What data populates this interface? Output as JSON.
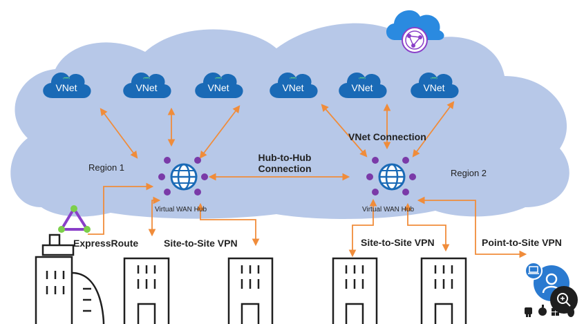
{
  "colors": {
    "cloud_fill": "#b7c8e8",
    "vnet_cloud": "#1a6ab6",
    "arrow": "#f08c3a",
    "hub_node": "#7a3aa8",
    "globe": "#1a6ab6",
    "expressroute": "#8a3fc8",
    "azure_cloud": "#2a8ae0"
  },
  "vnets": [
    {
      "label": "VNet"
    },
    {
      "label": "VNet"
    },
    {
      "label": "VNet"
    },
    {
      "label": "VNet"
    },
    {
      "label": "VNet"
    },
    {
      "label": "VNet"
    }
  ],
  "regions": {
    "region1": "Region 1",
    "region2": "Region 2"
  },
  "hubs": {
    "hub1": "Virtual WAN Hub",
    "hub2": "Virtual WAN Hub"
  },
  "connections": {
    "hub_to_hub_line1": "Hub-to-Hub",
    "hub_to_hub_line2": "Connection",
    "vnet_connection": "VNet Connection"
  },
  "sites": {
    "expressroute": "ExpressRoute",
    "s2s_left": "Site-to-Site VPN",
    "s2s_right": "Site-to-Site VPN",
    "p2s": "Point-to-Site VPN"
  },
  "icons": [
    "azure-virtual-wan-icon",
    "vnet-cloud-icon",
    "globe-hub-icon",
    "expressroute-icon",
    "office-building-icon",
    "branch-building-icon",
    "laptop-icon",
    "user-icon",
    "zoom-in-icon",
    "android-icon",
    "apple-icon",
    "windows-icon",
    "linux-icon"
  ]
}
